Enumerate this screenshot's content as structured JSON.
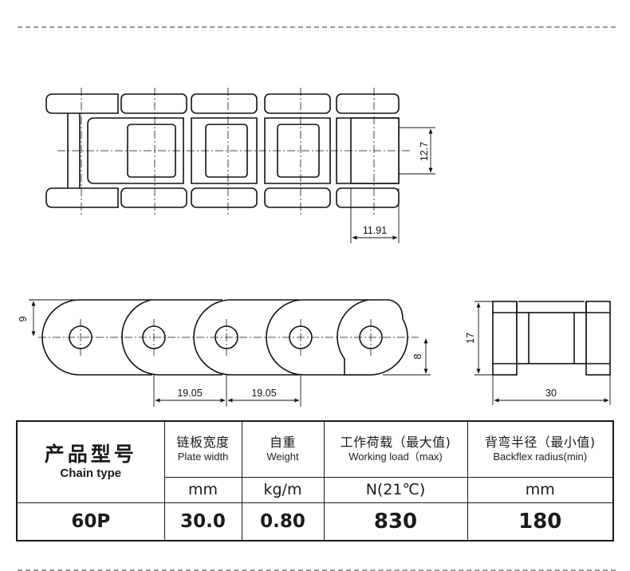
{
  "dimensions": {
    "top_pitch_width": "12.7",
    "top_link_offset": "11.91",
    "side_height": "9",
    "pin_height": "8",
    "pitch_1": "19.05",
    "pitch_2": "19.05",
    "end_height": "17",
    "end_width": "30"
  },
  "table": {
    "header": {
      "type_cn": "产品型号",
      "type_en": "Chain type",
      "plate_cn": "链板宽度",
      "plate_en": "Plate width",
      "weight_cn": "自重",
      "weight_en": "Weight",
      "load_cn": "工作荷载（最大值)",
      "load_en": "Working load（max)",
      "radius_cn": "背弯半径（最小值)",
      "radius_en": "Backflex radius(min)"
    },
    "units": {
      "plate": "mm",
      "weight": "kg/m",
      "load": "N(21℃)",
      "radius": "mm"
    },
    "row": {
      "type": "60P",
      "plate": "30.0",
      "weight": "0.80",
      "load": "830",
      "radius": "180"
    }
  }
}
